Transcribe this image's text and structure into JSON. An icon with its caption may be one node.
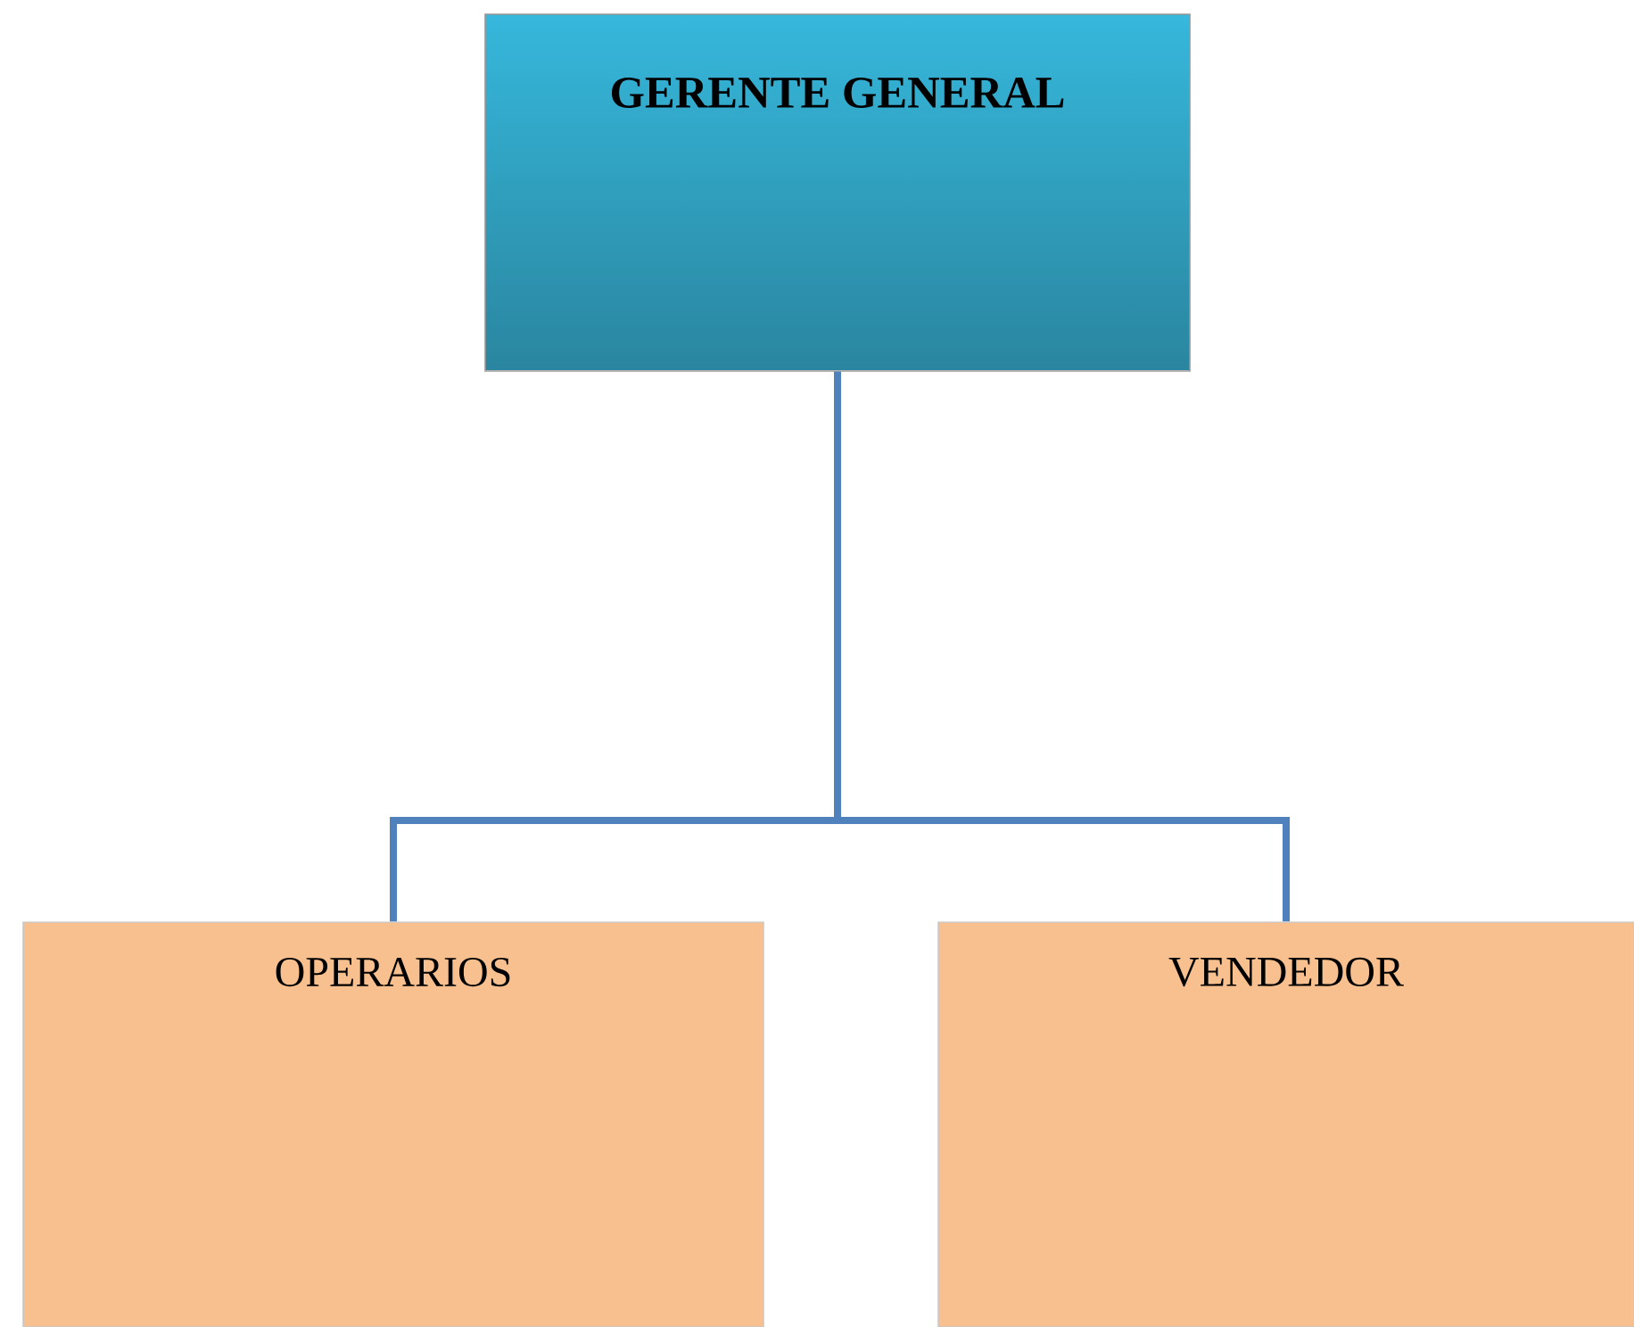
{
  "diagram": {
    "nodes": [
      {
        "text": [
          "GERENTE GENERAL"
        ]
      },
      {
        "text": [
          "OPERARIOS"
        ]
      },
      {
        "text": [
          "VENDEDOR"
        ]
      }
    ],
    "edges": [
      {
        "from": 0,
        "to": 1,
        "arrow": "none"
      },
      {
        "from": 0,
        "to": 2,
        "arrow": "none"
      }
    ]
  }
}
